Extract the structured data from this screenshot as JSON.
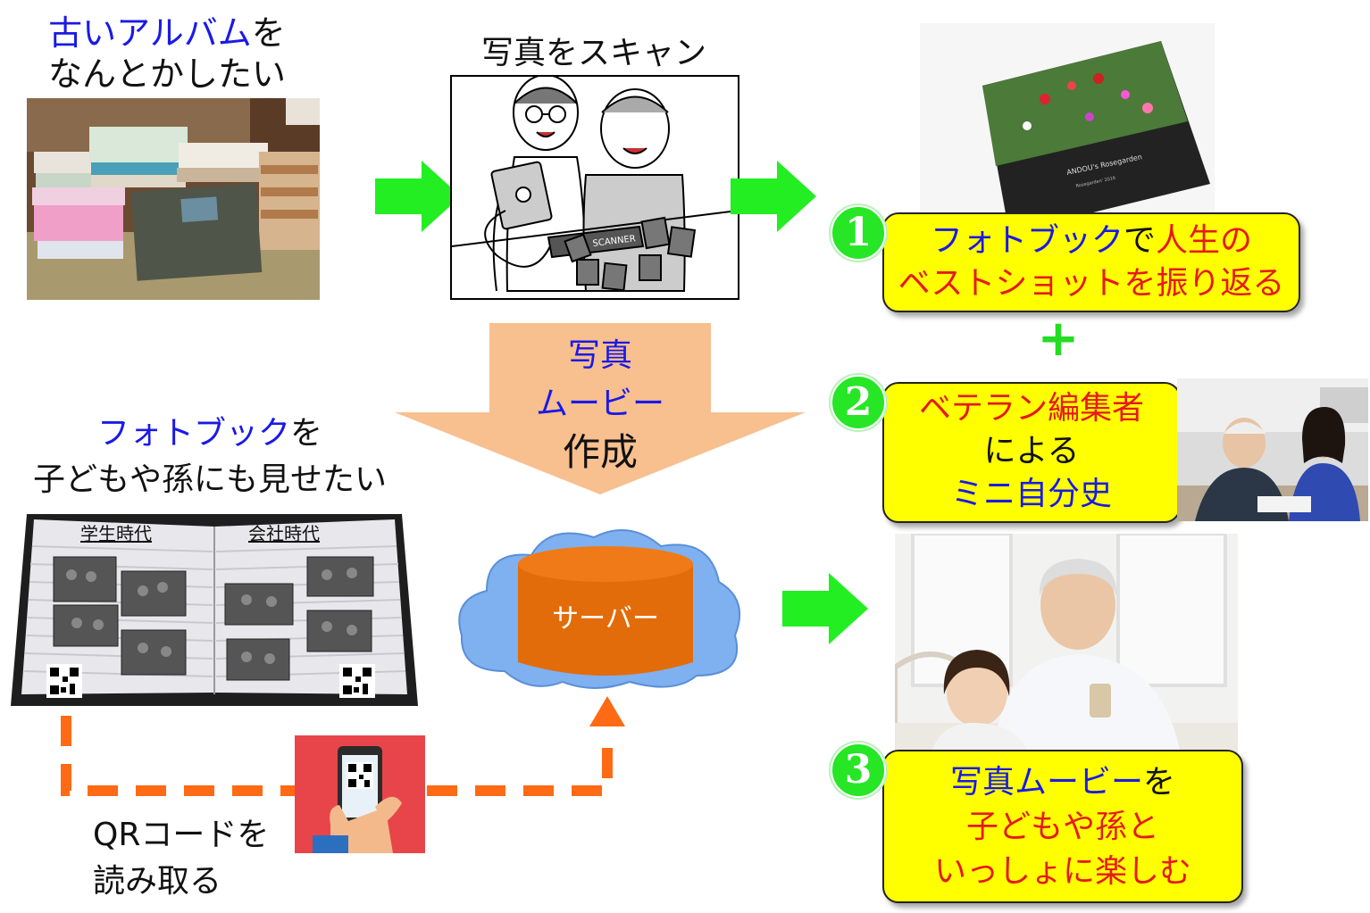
{
  "top_left": {
    "line1_blue": "古いアルバム",
    "line1_black": "を",
    "line2": "なんとかしたい"
  },
  "scan": {
    "title": "写真をスキャン",
    "scanner_label": "SCANNER"
  },
  "photobook_cover": {
    "title": "ANDOU's Rosegarden",
    "subtitle": "Rosegarden' 2016"
  },
  "box1": {
    "badge": "1",
    "line1_blue": "フォトブック",
    "line1_black": "で",
    "line1_red": "人生の",
    "line2_red": "ベストショットを振り返る"
  },
  "plus": "+",
  "box2": {
    "badge": "2",
    "line1_red": "ベテラン編集者",
    "line2": "による",
    "line3_blue": "ミニ自分史"
  },
  "center_arrow": {
    "line1_blue": "写真",
    "line2_blue": "ムービー",
    "line3": "作成"
  },
  "mid_left": {
    "line1_blue": "フォトブック",
    "line1_black": "を",
    "line2": "子どもや孫にも見せたい"
  },
  "open_book": {
    "left_label": "学生時代",
    "right_label": "会社時代"
  },
  "server": {
    "label": "サーバー"
  },
  "qr_text": {
    "line1": "QRコードを",
    "line2": "読み取る"
  },
  "box3": {
    "badge": "3",
    "line1_blue": "写真ムービー",
    "line1_black": "を",
    "line2_red": "子どもや孫と",
    "line3_red": "いっしょに楽しむ"
  },
  "colors": {
    "arrow_green": "#22ee22",
    "box_yellow": "#ffff00",
    "badge_green": "#26e626",
    "accent_blue": "#1a1ae6",
    "accent_red": "#e61a1a",
    "center_arrow": "#f8bf8f",
    "cloud_blue": "#7fb0ef",
    "server_orange": "#e36c0a",
    "dash_orange": "#ff6a14",
    "phone_bg": "#e8454a"
  }
}
